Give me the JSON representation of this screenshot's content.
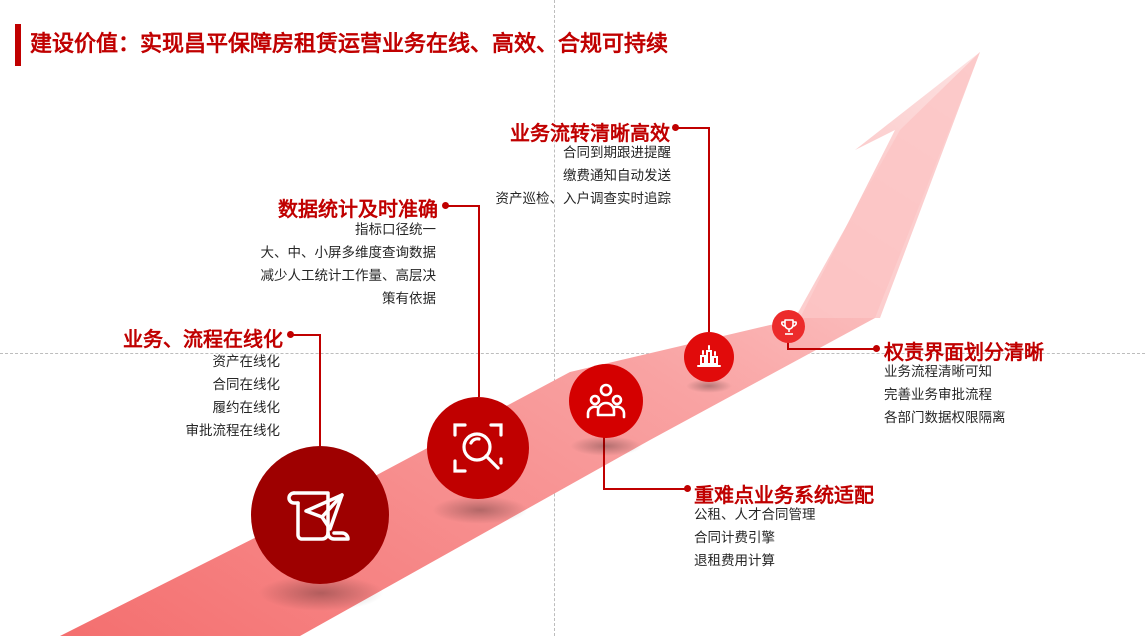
{
  "title": "建设价值：实现昌平保障房租赁运营业务在线、高效、合规可持续",
  "colors": {
    "accent": "#c00000",
    "dark_red": "#9e0000",
    "arrow": "#f58a8a"
  },
  "items": [
    {
      "heading": "业务、流程在线化",
      "icon": "paper-plane-scroll-icon",
      "bullets": [
        "资产在线化",
        "合同在线化",
        "履约在线化",
        "审批流程在线化"
      ]
    },
    {
      "heading": "数据统计及时准确",
      "icon": "data-search-icon",
      "bullets": [
        "指标口径统一",
        "大、中、小屏多维度查询数据",
        "减少人工统计工作量、高层决",
        "策有依据"
      ]
    },
    {
      "heading": "重难点业务系统适配",
      "icon": "team-icon",
      "bullets": [
        "公租、人才合同管理",
        "合同计费引擎",
        "退租费用计算"
      ]
    },
    {
      "heading": "业务流转清晰高效",
      "icon": "bar-chart-icon",
      "bullets": [
        "合同到期跟进提醒",
        "缴费通知自动发送",
        "资产巡检、入户调查实时追踪"
      ]
    },
    {
      "heading": "权责界面划分清晰",
      "icon": "trophy-icon",
      "bullets": [
        "业务流程清晰可知",
        "完善业务审批流程",
        "各部门数据权限隔离"
      ]
    }
  ]
}
